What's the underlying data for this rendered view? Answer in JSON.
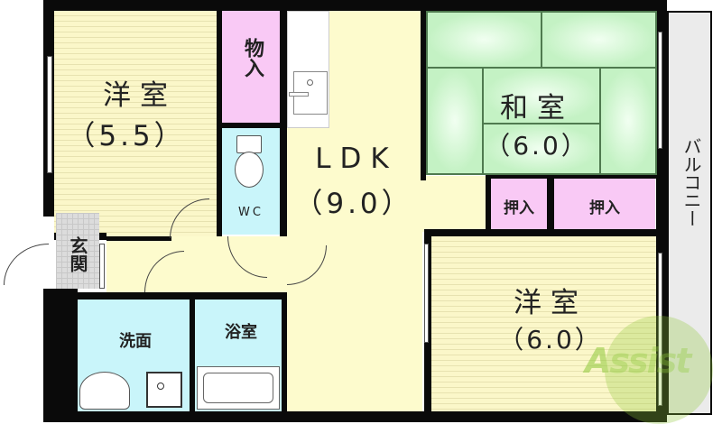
{
  "floor_plan": {
    "rooms": [
      {
        "id": "western-room-1",
        "name": "洋室",
        "size": "（5.5）"
      },
      {
        "id": "storage",
        "name": "物入"
      },
      {
        "id": "wc",
        "name": "WC"
      },
      {
        "id": "ldk",
        "name": "LDK",
        "size": "（9.0）"
      },
      {
        "id": "japanese-room",
        "name": "和室",
        "size": "（6.0）"
      },
      {
        "id": "closet-1",
        "name": "押入"
      },
      {
        "id": "closet-2",
        "name": "押入"
      },
      {
        "id": "western-room-2",
        "name": "洋室",
        "size": "（6.0）"
      },
      {
        "id": "entrance",
        "name": "玄関"
      },
      {
        "id": "washroom",
        "name": "洗面"
      },
      {
        "id": "bathroom",
        "name": "浴室"
      },
      {
        "id": "balcony",
        "name": "バルコニー"
      }
    ],
    "watermark": "Assist",
    "colors": {
      "wall": "#0a0a0a",
      "western_floor": "#fbf7c9",
      "ldk_floor": "#fdfbcd",
      "tatami": "#bff0bf",
      "closet": "#f9c9f5",
      "wet_area": "#c9f5fa",
      "balcony": "#ebebeb",
      "watermark_green": "#8fc93a",
      "watermark_red": "#e0605a"
    }
  }
}
